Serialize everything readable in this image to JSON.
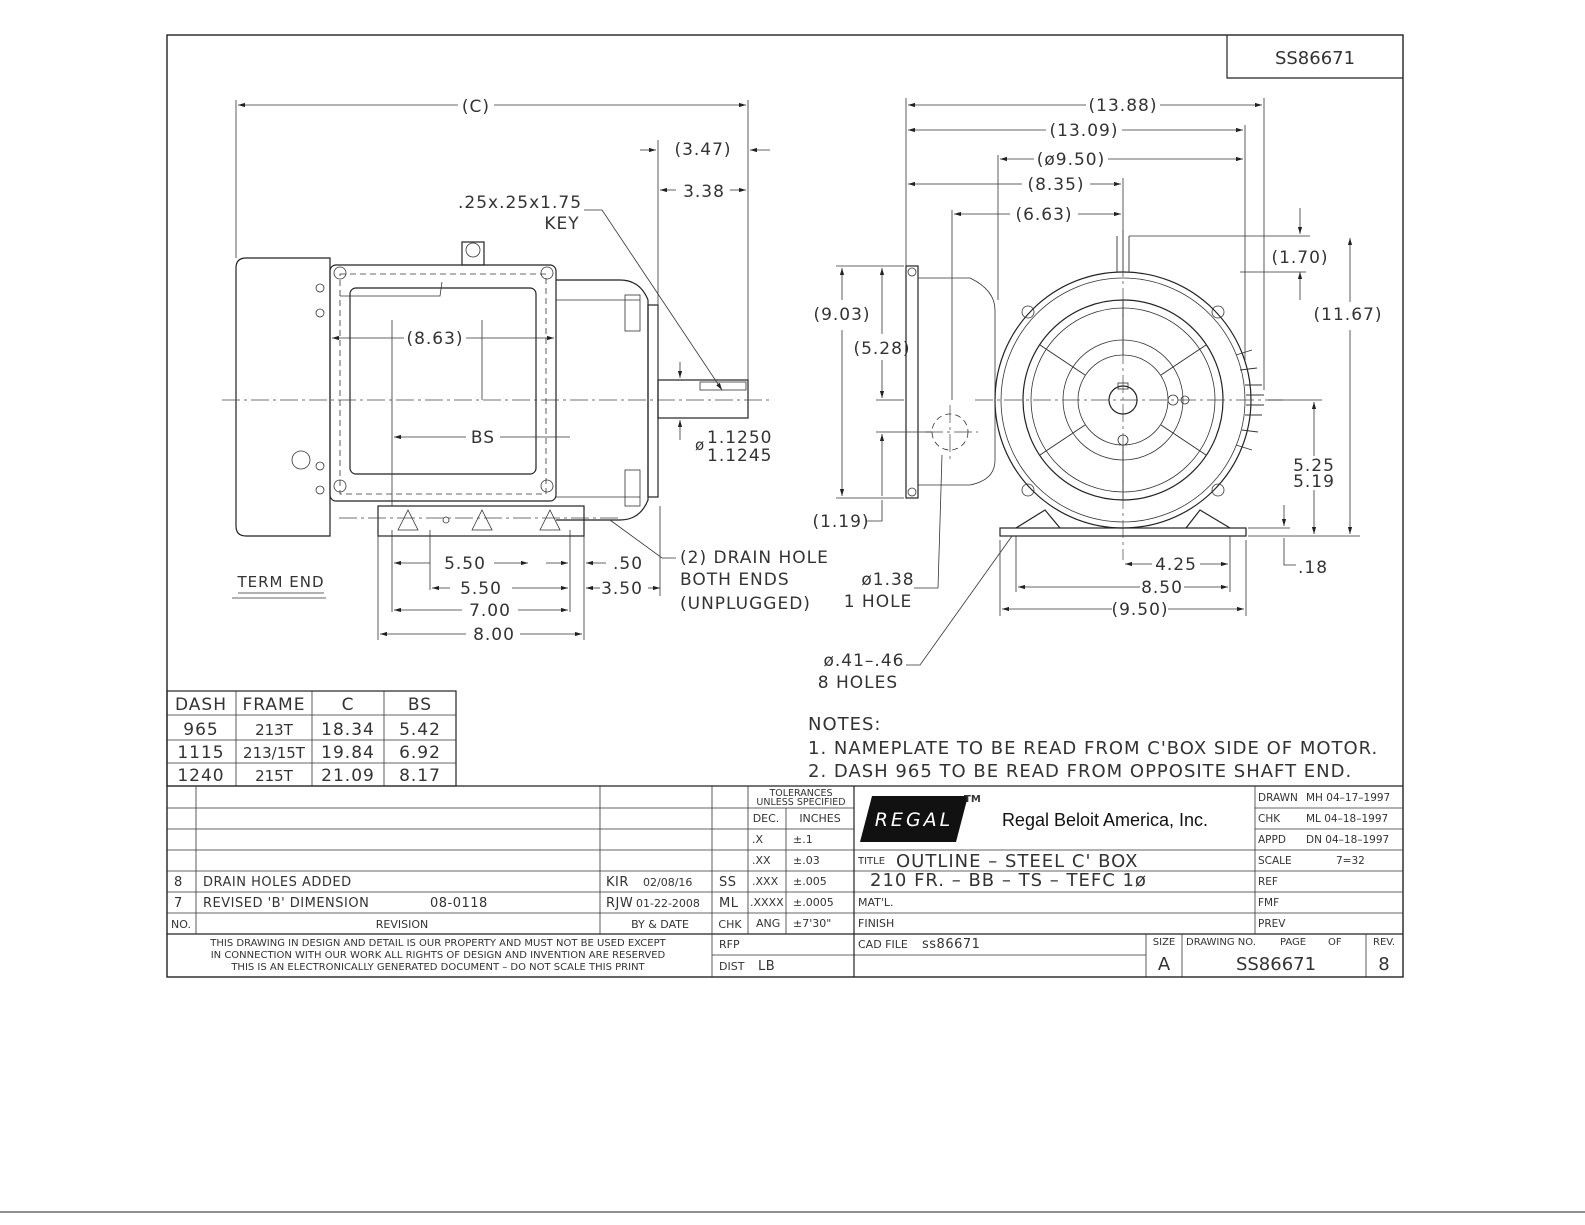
{
  "drawing_number_top": "SS86671",
  "dims": {
    "c": "(C)",
    "d347": "(3.47)",
    "d338": "3.38",
    "key_line1": ".25x.25x1.75",
    "key_line2": "KEY",
    "d863": "(8.63)",
    "bs": "BS",
    "shaft_line1": "1.1250",
    "shaft_line2": "1.1245",
    "d550a": "5.50",
    "d050": ".50",
    "d550b": "5.50",
    "d350": "3.50",
    "d700": "7.00",
    "d800": "8.00",
    "drain_line1": "(2) DRAIN HOLE",
    "drain_line2": "BOTH ENDS",
    "drain_line3": "(UNPLUGGED)",
    "term_end": "TERM END",
    "d1388": "(13.88)",
    "d1309": "(13.09)",
    "d950dia": "(ø9.50)",
    "d835": "(8.35)",
    "d663": "(6.63)",
    "d903": "(9.03)",
    "d528": "(5.28)",
    "d119": "(1.19)",
    "d170": "(1.70)",
    "d1167": "(11.67)",
    "d525": "5.25",
    "d519": "5.19",
    "d018": ".18",
    "d425": "4.25",
    "d850": "8.50",
    "d950": "(9.50)",
    "hole138_line1": "ø1.38",
    "hole138_line2": "1 HOLE",
    "holes8_line1": "ø.41–.46",
    "holes8_line2": "8 HOLES"
  },
  "dash_table": {
    "headers": [
      "DASH",
      "FRAME",
      "C",
      "BS"
    ],
    "rows": [
      [
        "965",
        "213T",
        "18.34",
        "5.42"
      ],
      [
        "1115",
        "213/15T",
        "19.84",
        "6.92"
      ],
      [
        "1240",
        "215T",
        "21.09",
        "8.17"
      ]
    ]
  },
  "notes": {
    "title": "NOTES:",
    "items": [
      "1. NAMEPLATE TO BE READ FROM C'BOX SIDE OF MOTOR.",
      "2. DASH 965 TO BE READ FROM OPPOSITE SHAFT END."
    ]
  },
  "revisions": {
    "rows": [
      {
        "no": "8",
        "desc": "DRAIN HOLES ADDED",
        "ref": "",
        "by": "KIR",
        "date": "02/08/16",
        "chk": "SS"
      },
      {
        "no": "7",
        "desc": "REVISED 'B' DIMENSION",
        "ref": "08-0118",
        "by": "RJW",
        "date": "01-22-2008",
        "chk": "ML"
      }
    ],
    "hdr_no": "NO.",
    "hdr_rev": "REVISION",
    "hdr_by": "BY & DATE",
    "hdr_chk": "CHK"
  },
  "disclaimer": [
    "THIS DRAWING IN DESIGN AND DETAIL IS OUR PROPERTY AND MUST NOT BE USED EXCEPT",
    "IN CONNECTION WITH OUR WORK ALL RIGHTS OF DESIGN AND INVENTION ARE RESERVED",
    "THIS IS AN ELECTRONICALLY GENERATED DOCUMENT – DO NOT SCALE THIS PRINT"
  ],
  "tolerances": {
    "title_line1": "TOLERANCES",
    "title_line2": "UNLESS SPECIFIED",
    "dec": "DEC.",
    "inches": "INCHES",
    "rows": [
      [
        ".X",
        "±.1"
      ],
      [
        ".XX",
        "±.03"
      ],
      [
        ".XXX",
        "±.005"
      ],
      [
        ".XXXX",
        "±.0005"
      ],
      [
        "ANG",
        "±7'30\""
      ]
    ]
  },
  "rfp": "RFP",
  "dist_label": "DIST",
  "dist_value": "LB",
  "company": {
    "logo_text": "REGAL",
    "tm": "TM",
    "name": "Regal Beloit America, Inc."
  },
  "title_label": "TITLE",
  "title_lines": [
    "OUTLINE – STEEL C' BOX",
    "210 FR. – BB – TS – TEFC 1ø"
  ],
  "matl": "MAT'L.",
  "finish": "FINISH",
  "cad_label": "CAD FILE",
  "cad_value": "ss86671",
  "size_label": "SIZE",
  "size_value": "A",
  "drawing_no_label": "DRAWING NO.",
  "drawing_no_value": "SS86671",
  "page_label": "PAGE",
  "of_label": "OF",
  "rev_label": "REV.",
  "rev_value": "8",
  "signoff": {
    "drawn_label": "DRAWN",
    "drawn": "MH 04–17–1997",
    "chk_label": "CHK",
    "chk": "ML 04–18–1997",
    "appd_label": "APPD",
    "appd": "DN 04–18–1997",
    "scale_label": "SCALE",
    "scale": "7=32",
    "ref_label": "REF",
    "fmf_label": "FMF",
    "prev_label": "PREV"
  }
}
